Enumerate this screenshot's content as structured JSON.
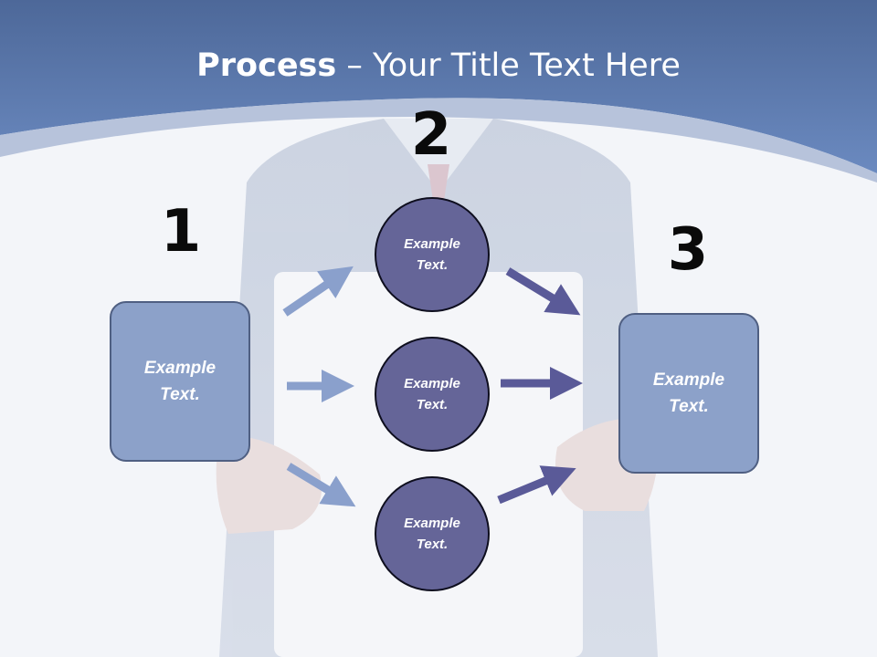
{
  "title": {
    "strong": "Process",
    "rest": " – Your Title Text Here"
  },
  "steps": [
    {
      "number": "1"
    },
    {
      "number": "2"
    },
    {
      "number": "3"
    }
  ],
  "left_box": {
    "text": "Example Text."
  },
  "right_box": {
    "text": "Example Text."
  },
  "circles": [
    {
      "text": "Example Text."
    },
    {
      "text": "Example Text."
    },
    {
      "text": "Example Text."
    }
  ],
  "colors": {
    "header": "#5b79b0",
    "box_fill": "#8ca1c9",
    "circle_fill": "#656598",
    "arrow_light": "#8aa0cc",
    "arrow_dark": "#5a5a98"
  }
}
